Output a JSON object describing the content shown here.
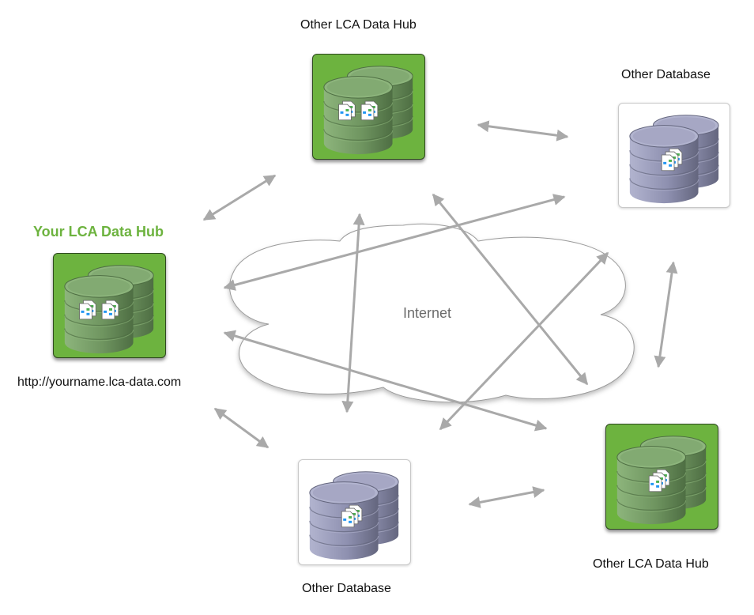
{
  "diagram": {
    "cloud": {
      "label": "Internet"
    },
    "nodes": {
      "your_hub": {
        "title": "Your LCA Data Hub",
        "url": "http://yourname.lca-data.com",
        "type": "hub",
        "doc_stacks": 2
      },
      "top_hub": {
        "title": "Other LCA Data Hub",
        "type": "hub",
        "doc_stacks": 2
      },
      "right_db": {
        "title": "Other Database",
        "type": "database",
        "doc_stacks": 1
      },
      "bottom_db": {
        "title": "Other Database",
        "type": "database",
        "doc_stacks": 1
      },
      "bottom_right_hub": {
        "title": "Other LCA Data Hub",
        "type": "hub",
        "doc_stacks": 1
      }
    },
    "connections": [
      {
        "from": "your_hub",
        "to": "top_hub",
        "direction": "bidirectional"
      },
      {
        "from": "top_hub",
        "to": "right_db",
        "direction": "bidirectional"
      },
      {
        "from": "right_db",
        "to": "bottom_right_hub",
        "direction": "bidirectional"
      },
      {
        "from": "bottom_db",
        "to": "bottom_right_hub",
        "direction": "bidirectional"
      },
      {
        "from": "your_hub",
        "to": "bottom_db",
        "direction": "bidirectional"
      },
      {
        "from": "your_hub",
        "to": "right_db",
        "direction": "bidirectional",
        "via": "Internet"
      },
      {
        "from": "your_hub",
        "to": "bottom_right_hub",
        "direction": "bidirectional",
        "via": "Internet"
      },
      {
        "from": "top_hub",
        "to": "bottom_db",
        "direction": "bidirectional",
        "via": "Internet"
      },
      {
        "from": "top_hub",
        "to": "bottom_right_hub",
        "direction": "bidirectional",
        "via": "Internet"
      },
      {
        "from": "right_db",
        "to": "bottom_db",
        "direction": "bidirectional",
        "via": "Internet"
      }
    ],
    "colors": {
      "accent": "#6db33f",
      "hub_bg": "#6db33f",
      "hub_cylinder": "#6f9560",
      "db_cylinder": "#8e90b0",
      "arrow": "#a9a9a9",
      "cloud_stroke": "#9a9a9a"
    }
  }
}
